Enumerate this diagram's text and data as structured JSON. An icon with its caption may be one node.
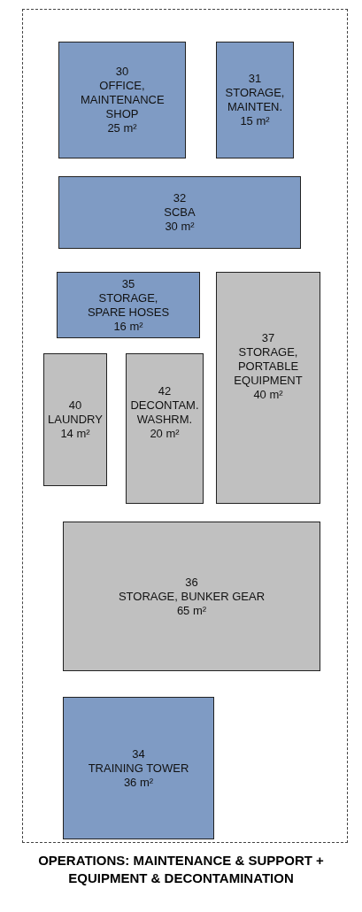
{
  "diagram": {
    "caption": "OPERATIONS:  MAINTENANCE & SUPPORT + EQUIPMENT & DECONTAMINATION",
    "nodes": [
      {
        "text": [],
        "shape": "box"
      },
      {
        "text": [
          "30",
          "OFFICE, MAINTENANCE SHOP",
          "25 m²"
        ],
        "in": 0
      },
      {
        "text": [
          "31",
          "STORAGE, MAINTEN.",
          "15 m²"
        ],
        "in": 0
      },
      {
        "text": [
          "32",
          "SCBA",
          "30 m²"
        ],
        "in": 0
      },
      {
        "text": [
          "35",
          "STORAGE, SPARE HOSES",
          "16 m²"
        ],
        "in": 0
      },
      {
        "text": [
          "37",
          "STORAGE, PORTABLE EQUIPMENT",
          "40 m²"
        ],
        "in": 0
      },
      {
        "text": [
          "40",
          "LAUNDRY",
          "14 m²"
        ],
        "in": 0
      },
      {
        "text": [
          "42",
          "DECONTAM. WASHRM.",
          "20 m²"
        ],
        "in": 0
      },
      {
        "text": [
          "36",
          "STORAGE, BUNKER GEAR",
          "65 m²"
        ],
        "in": 0
      },
      {
        "text": [
          "34",
          "TRAINING TOWER",
          "36 m²"
        ],
        "in": 0
      }
    ]
  }
}
